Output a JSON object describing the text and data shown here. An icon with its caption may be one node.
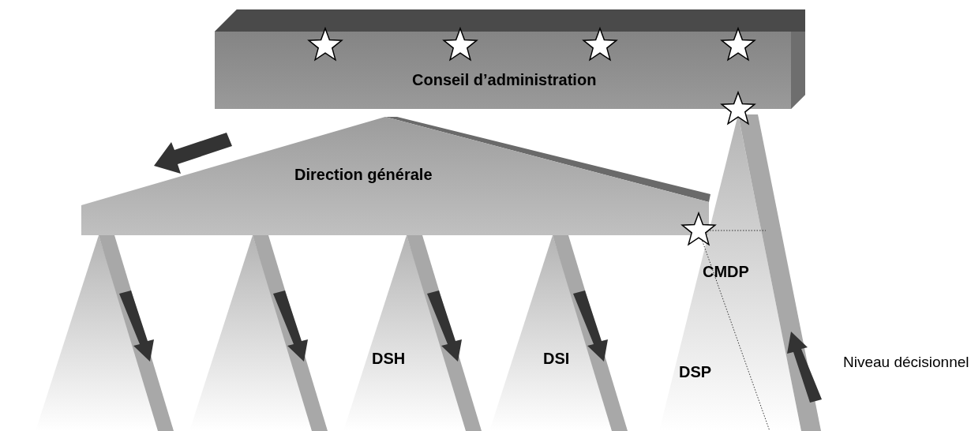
{
  "diagram": {
    "nodes": [
      {
        "text": [
          "Conseil d’administration"
        ]
      },
      {
        "text": [
          "Direction générale"
        ]
      },
      {
        "text": [],
        "shape": "triangle"
      },
      {
        "text": [],
        "shape": "triangle"
      },
      {
        "text": [
          "DSH"
        ]
      },
      {
        "text": [
          "DSI"
        ]
      },
      {
        "text": [
          "CMDP"
        ]
      },
      {
        "text": [
          "DSP"
        ],
        "in": 6
      }
    ],
    "labels": [
      "Niveau décisionnel"
    ]
  }
}
